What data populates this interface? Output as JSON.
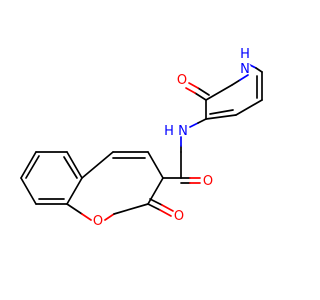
{
  "molecule": {
    "atom_labels": {
      "o1": "O",
      "o2": "O",
      "o3": "O",
      "o4": "O",
      "n1": "N",
      "n1h": "H",
      "n2": "N",
      "n2h": "H"
    },
    "colors": {
      "carbon_bond": "#000000",
      "oxygen": "#ff0000",
      "nitrogen": "#0000ff",
      "background": "#ffffff"
    }
  }
}
